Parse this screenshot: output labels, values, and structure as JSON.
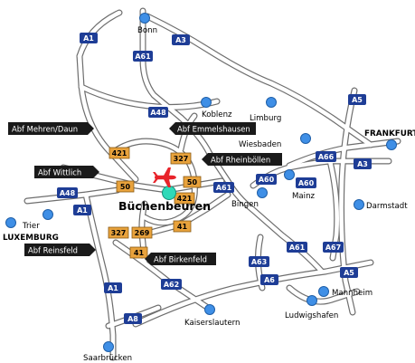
{
  "colors": {
    "city_dot": "#3f8fe6",
    "city_dot_stroke": "#1f5fa8",
    "airport_dot": "#2fd9b8",
    "plane": "#e8232a",
    "autobahn_shield": "#1e3d96",
    "bundesstrasse_shield": "#e8a23c",
    "exit_label_bg": "#1a1a1a",
    "road_casing": "#6e6e6e",
    "road_fill": "#ffffff"
  },
  "hub": {
    "name": "Büchenbeuren",
    "icon": "airplane-icon"
  },
  "cities": [
    {
      "id": "bonn",
      "name": "Bonn"
    },
    {
      "id": "koblenz",
      "name": "Koblenz"
    },
    {
      "id": "limburg",
      "name": "Limburg"
    },
    {
      "id": "wiesbaden",
      "name": "Wiesbaden"
    },
    {
      "id": "frankfurt",
      "name": "FRANKFURT"
    },
    {
      "id": "mainz",
      "name": "Mainz"
    },
    {
      "id": "bingen",
      "name": "Bingen"
    },
    {
      "id": "darmstadt",
      "name": "Darmstadt"
    },
    {
      "id": "luxemburg",
      "name": "LUXEMBURG"
    },
    {
      "id": "trier",
      "name": "Trier"
    },
    {
      "id": "mannheim",
      "name": "Mannheim"
    },
    {
      "id": "ludwigshafen",
      "name": "Ludwigshafen"
    },
    {
      "id": "kaiserslautern",
      "name": "Kaiserslautern"
    },
    {
      "id": "saarbruecken",
      "name": "Saarbrücken"
    }
  ],
  "autobahn_shields": [
    {
      "id": "a1-north",
      "label": "A1"
    },
    {
      "id": "a3-north",
      "label": "A3"
    },
    {
      "id": "a61-north",
      "label": "A61"
    },
    {
      "id": "a48-east",
      "label": "A48"
    },
    {
      "id": "a5-north",
      "label": "A5"
    },
    {
      "id": "a66",
      "label": "A66"
    },
    {
      "id": "a3-frankfurt",
      "label": "A3"
    },
    {
      "id": "a60-west",
      "label": "A60"
    },
    {
      "id": "a60-mainz",
      "label": "A60"
    },
    {
      "id": "a61-bingen",
      "label": "A61"
    },
    {
      "id": "a48-west",
      "label": "A48"
    },
    {
      "id": "a1-mid",
      "label": "A1"
    },
    {
      "id": "a61-south",
      "label": "A61"
    },
    {
      "id": "a67",
      "label": "A67"
    },
    {
      "id": "a63",
      "label": "A63"
    },
    {
      "id": "a5-south",
      "label": "A5"
    },
    {
      "id": "a6",
      "label": "A6"
    },
    {
      "id": "a62",
      "label": "A62"
    },
    {
      "id": "a1-south",
      "label": "A1"
    },
    {
      "id": "a8",
      "label": "A8"
    }
  ],
  "bundesstrasse_shields": [
    {
      "id": "b421-north",
      "label": "421"
    },
    {
      "id": "b327-north",
      "label": "327"
    },
    {
      "id": "b50-east",
      "label": "50"
    },
    {
      "id": "b50-west",
      "label": "50"
    },
    {
      "id": "b421-east",
      "label": "421"
    },
    {
      "id": "b41-east",
      "label": "41"
    },
    {
      "id": "b327-south",
      "label": "327"
    },
    {
      "id": "b269",
      "label": "269"
    },
    {
      "id": "b41-south",
      "label": "41"
    }
  ],
  "exit_labels": [
    {
      "id": "mehren-daun",
      "label": "Abf Mehren/Daun"
    },
    {
      "id": "emmelshausen",
      "label": "Abf Emmelshausen"
    },
    {
      "id": "wittlich",
      "label": "Abf Wittlich"
    },
    {
      "id": "rheinboellen",
      "label": "Abf Rheinböllen"
    },
    {
      "id": "reinsfeld",
      "label": "Abf Reinsfeld"
    },
    {
      "id": "birkenfeld",
      "label": "Abf Birkenfeld"
    }
  ]
}
